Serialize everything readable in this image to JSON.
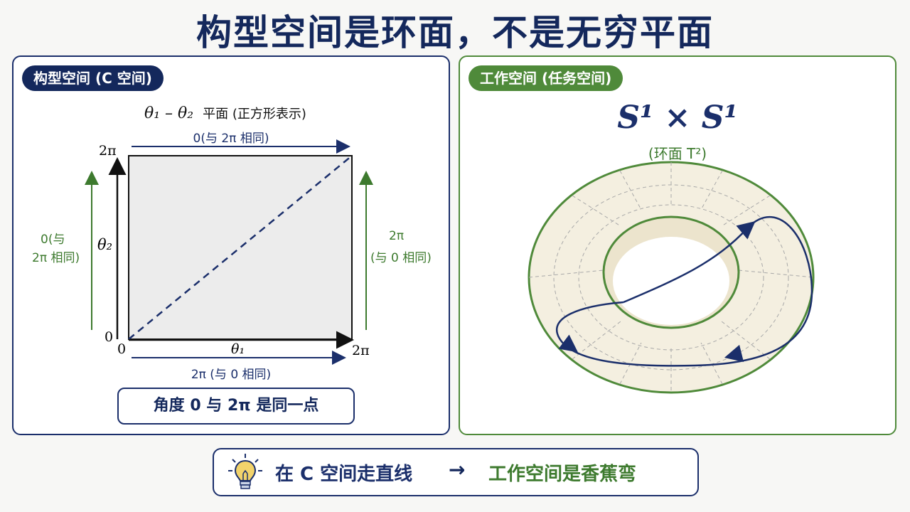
{
  "title": "构型空间是环面，不是无穷平面",
  "left_panel": {
    "badge": "构型空间 (C 空间)",
    "subtitle_math": "θ₁ – θ₂",
    "subtitle_text": "平面 (正方形表示)",
    "top_label": "0(与 2π 相同)",
    "bottom_label": "2π (与 0 相同)",
    "left_label_line1": "0(与",
    "left_label_line2": "2π 相同)",
    "right_label_line1": "2π",
    "right_label_line2": "(与 0 相同)",
    "y_axis_label": "θ₂",
    "x_axis_label": "θ₁",
    "y_top_tick": "2π",
    "y_zero_tick": "0",
    "x_zero_tick": "0",
    "x_end_tick": "2π",
    "note": "角度 0 与 2π 是同一点"
  },
  "right_panel": {
    "badge": "工作空间 (任务空间)",
    "formula": "S¹ × S¹",
    "formula_sub": "(环面 T²)"
  },
  "bottom_bar": {
    "icon": "lightbulb-icon",
    "text_left": "在 C 空间走直线",
    "arrow": "→",
    "text_right": "工作空间是香蕉弯"
  },
  "colors": {
    "navy": "#1b2f6b",
    "green": "#4f8a3a",
    "torus_fill": "#f4efe0"
  }
}
